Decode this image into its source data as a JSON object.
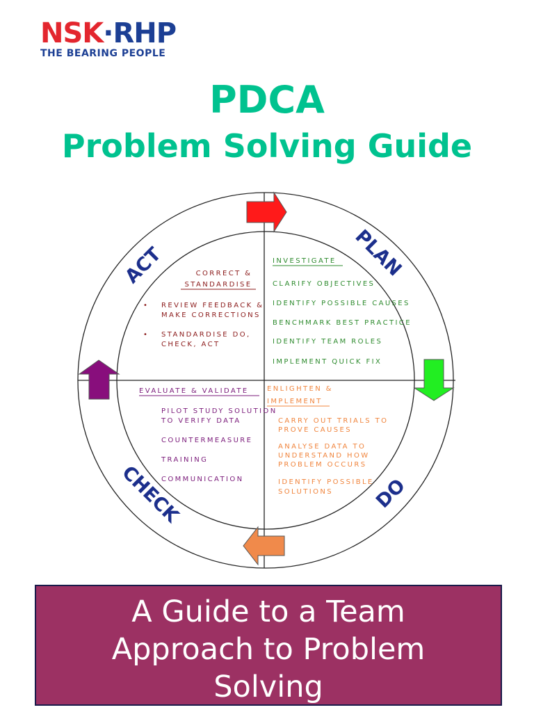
{
  "logo": {
    "nsk": "NSK",
    "dot": "·",
    "rhp": "RHP",
    "tagline": "THE BEARING PEOPLE"
  },
  "title": {
    "line1": "PDCA",
    "line2": "Problem Solving Guide"
  },
  "cycle": {
    "labels": {
      "plan": "PLAN",
      "do": "DO",
      "check": "CHECK",
      "act": "ACT"
    },
    "plan": {
      "heading": "INVESTIGATE",
      "items": [
        "CLARIFY OBJECTIVES",
        "IDENTIFY POSSIBLE CAUSES",
        "BENCHMARK BEST PRACTICE",
        "IDENTIFY TEAM ROLES",
        "IMPLEMENT QUICK FIX"
      ]
    },
    "act": {
      "heading_line1": "CORRECT &",
      "heading_line2": "STANDARDISE",
      "bullet1_line1": "REVIEW FEEDBACK &",
      "bullet1_line2": "MAKE CORRECTIONS",
      "bullet2_line1": "STANDARDISE DO,",
      "bullet2_line2": "CHECK, ACT"
    },
    "check": {
      "heading": "EVALUATE & VALIDATE",
      "item1_line1": "PILOT STUDY SOLUTION",
      "item1_line2": "TO VERIFY DATA",
      "item2": "COUNTERMEASURE",
      "item3": "TRAINING",
      "item4": "COMMUNICATION"
    },
    "do": {
      "heading_line1": "ENLIGHTEN &",
      "heading_line2": "IMPLEMENT",
      "item1_line1": "CARRY OUT TRIALS TO",
      "item1_line2": "PROVE CAUSES",
      "item2_line1": "ANALYSE DATA TO",
      "item2_line2": "UNDERSTAND HOW",
      "item2_line3": "PROBLEM OCCURS",
      "item3_line1": "IDENTIFY POSSIBLE",
      "item3_line2": "SOLUTIONS"
    },
    "colors": {
      "plan": "#2e8b2e",
      "act": "#8b1a1a",
      "check": "#7a1a7a",
      "do": "#f0843c",
      "cycle_label": "#1c2f8c"
    }
  },
  "banner": {
    "line1": "A Guide to a Team",
    "line2": "Approach to Problem",
    "line3": "Solving"
  }
}
